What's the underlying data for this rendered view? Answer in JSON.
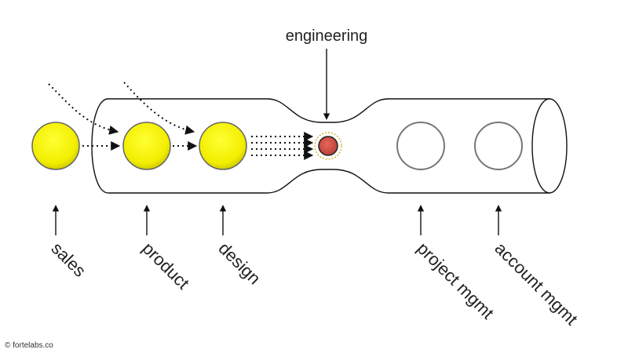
{
  "diagram": {
    "top_label": "engineering",
    "stages": [
      {
        "label": "sales",
        "state": "filled"
      },
      {
        "label": "product",
        "state": "filled"
      },
      {
        "label": "design",
        "state": "filled"
      },
      {
        "label": "project mgmt",
        "state": "empty"
      },
      {
        "label": "account mgmt",
        "state": "empty"
      }
    ],
    "bottleneck_item": "engineering",
    "credit": "© fortelabs.co"
  },
  "colors": {
    "filled": "#f2ee00",
    "bottleneck": "#d9534a",
    "empty": "#ffffff",
    "line": "#111111"
  }
}
